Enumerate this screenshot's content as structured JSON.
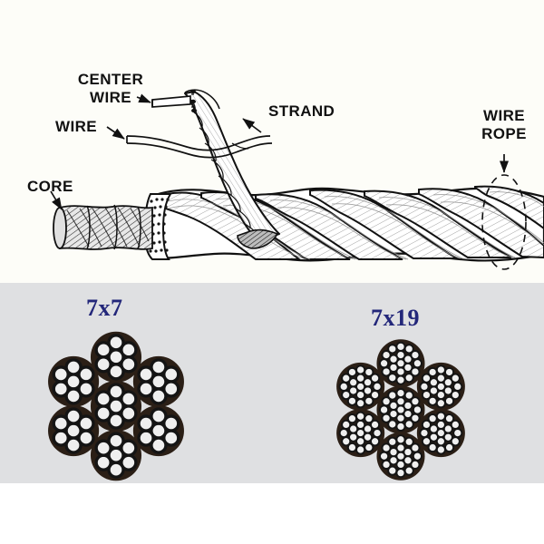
{
  "figure": {
    "title_present": false,
    "background_colors": {
      "top_panel": "#fdfdf8",
      "mid_panel": "#dfe0e2",
      "bottom_panel": "#ffffff"
    }
  },
  "diagram": {
    "name": "wire-rope-construction-diagram",
    "ink_color": "#111111",
    "labels": [
      {
        "id": "center_wire",
        "text_line1": "CENTER",
        "text_line2": "WIRE"
      },
      {
        "id": "wire",
        "text_line1": "WIRE",
        "text_line2": ""
      },
      {
        "id": "strand",
        "text_line1": "STRAND",
        "text_line2": ""
      },
      {
        "id": "core",
        "text_line1": "CORE",
        "text_line2": ""
      },
      {
        "id": "wire_rope",
        "text_line1": "WIRE",
        "text_line2": "ROPE"
      }
    ],
    "label_text": {
      "center_wire_1": "CENTER",
      "center_wire_2": "WIRE",
      "wire": "WIRE",
      "strand": "STRAND",
      "core": "CORE",
      "wire_rope_1": "WIRE",
      "wire_rope_2": "ROPE"
    }
  },
  "cross_sections": {
    "label_color": "#23277a",
    "wire_fill": "#efefef",
    "wire_outline": "#141414",
    "strand_gap_fill": "#2b1f16",
    "items": [
      {
        "id": "7x7",
        "label": "7x7",
        "strands": 7,
        "wires_per_strand": 7,
        "wire_layout": "1 center + 6 outer",
        "total_wires": 49
      },
      {
        "id": "7x19",
        "label": "7x19",
        "strands": 7,
        "wires_per_strand": 19,
        "wire_layout": "1 center + 6 inner + 12 outer",
        "total_wires": 133
      }
    ]
  }
}
